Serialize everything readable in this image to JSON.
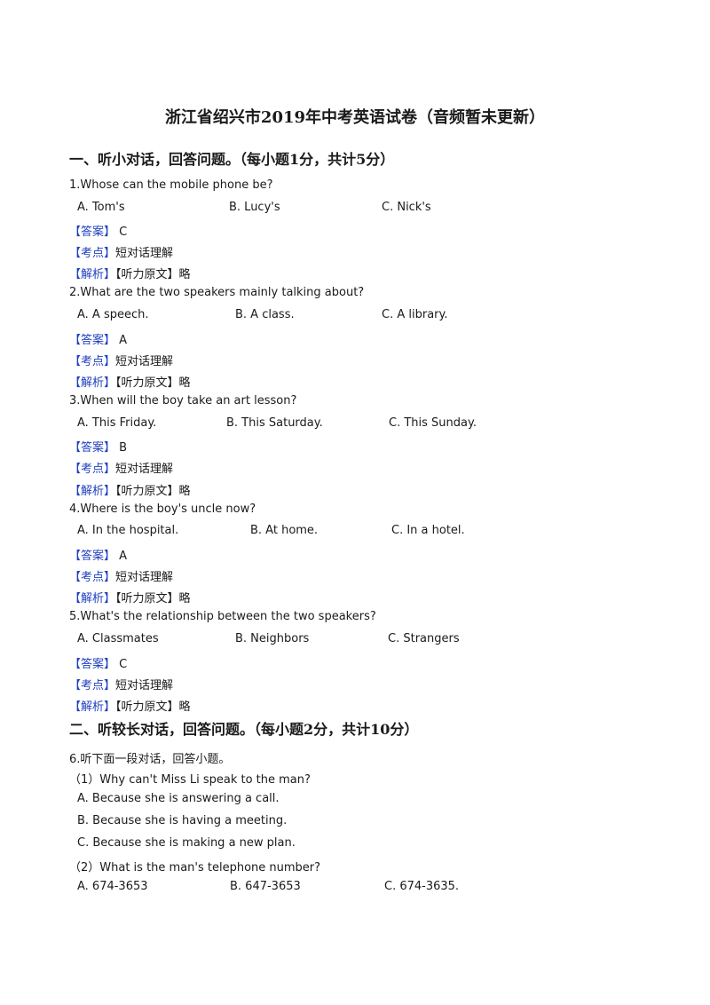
{
  "title": "浙江省绍兴市2019年中考英语试卷（音频暂未更新）",
  "sections": [
    {
      "heading": "一、听小对话，回答问题。（每小题1分，共计5分）"
    },
    {
      "heading": "二、听较长对话，回答问题。（每小题2分，共计10分）"
    }
  ],
  "labels": {
    "answer": "【答案】",
    "point": "【考点】",
    "analysis": "【解析】",
    "transcript": "【听力原文】略"
  },
  "questions": [
    {
      "stem": "1.Whose can the mobile phone be?",
      "a": "A. Tom's",
      "b": "B. Lucy's",
      "c": "C. Nick's",
      "answer": "C",
      "point": "短对话理解"
    },
    {
      "stem": "2.What are the two speakers mainly talking about?",
      "a": "A. A speech.",
      "b": "B. A class.",
      "c": "C. A library.",
      "answer": "A",
      "point": "短对话理解"
    },
    {
      "stem": "3.When will the boy take an art lesson?",
      "a": "A. This Friday.",
      "b": "B. This Saturday.",
      "c": "C. This Sunday.",
      "answer": "B",
      "point": "短对话理解"
    },
    {
      "stem": "4.Where is the boy's uncle now?",
      "a": "A. In the hospital.",
      "b": "B. At home.",
      "c": "C. In a hotel.",
      "answer": "A",
      "point": "短对话理解"
    },
    {
      "stem": "5.What's the relationship between the two speakers?",
      "a": "A. Classmates",
      "b": "B. Neighbors",
      "c": "C. Strangers",
      "answer": "C",
      "point": "短对话理解"
    }
  ],
  "q6": {
    "intro": "6.听下面一段对话，回答小题。",
    "sub1": "（1）Why can't Miss Li speak to the man?",
    "sub1_a": "A. Because she is answering a call.",
    "sub1_b": "B. Because she is having a meeting.",
    "sub1_c": "C. Because she is making a new plan.",
    "sub2": "（2）What is the man's telephone number?",
    "sub2_a": "A. 674-3653",
    "sub2_b": "B. 647-3653",
    "sub2_c": "C. 674-3635."
  }
}
